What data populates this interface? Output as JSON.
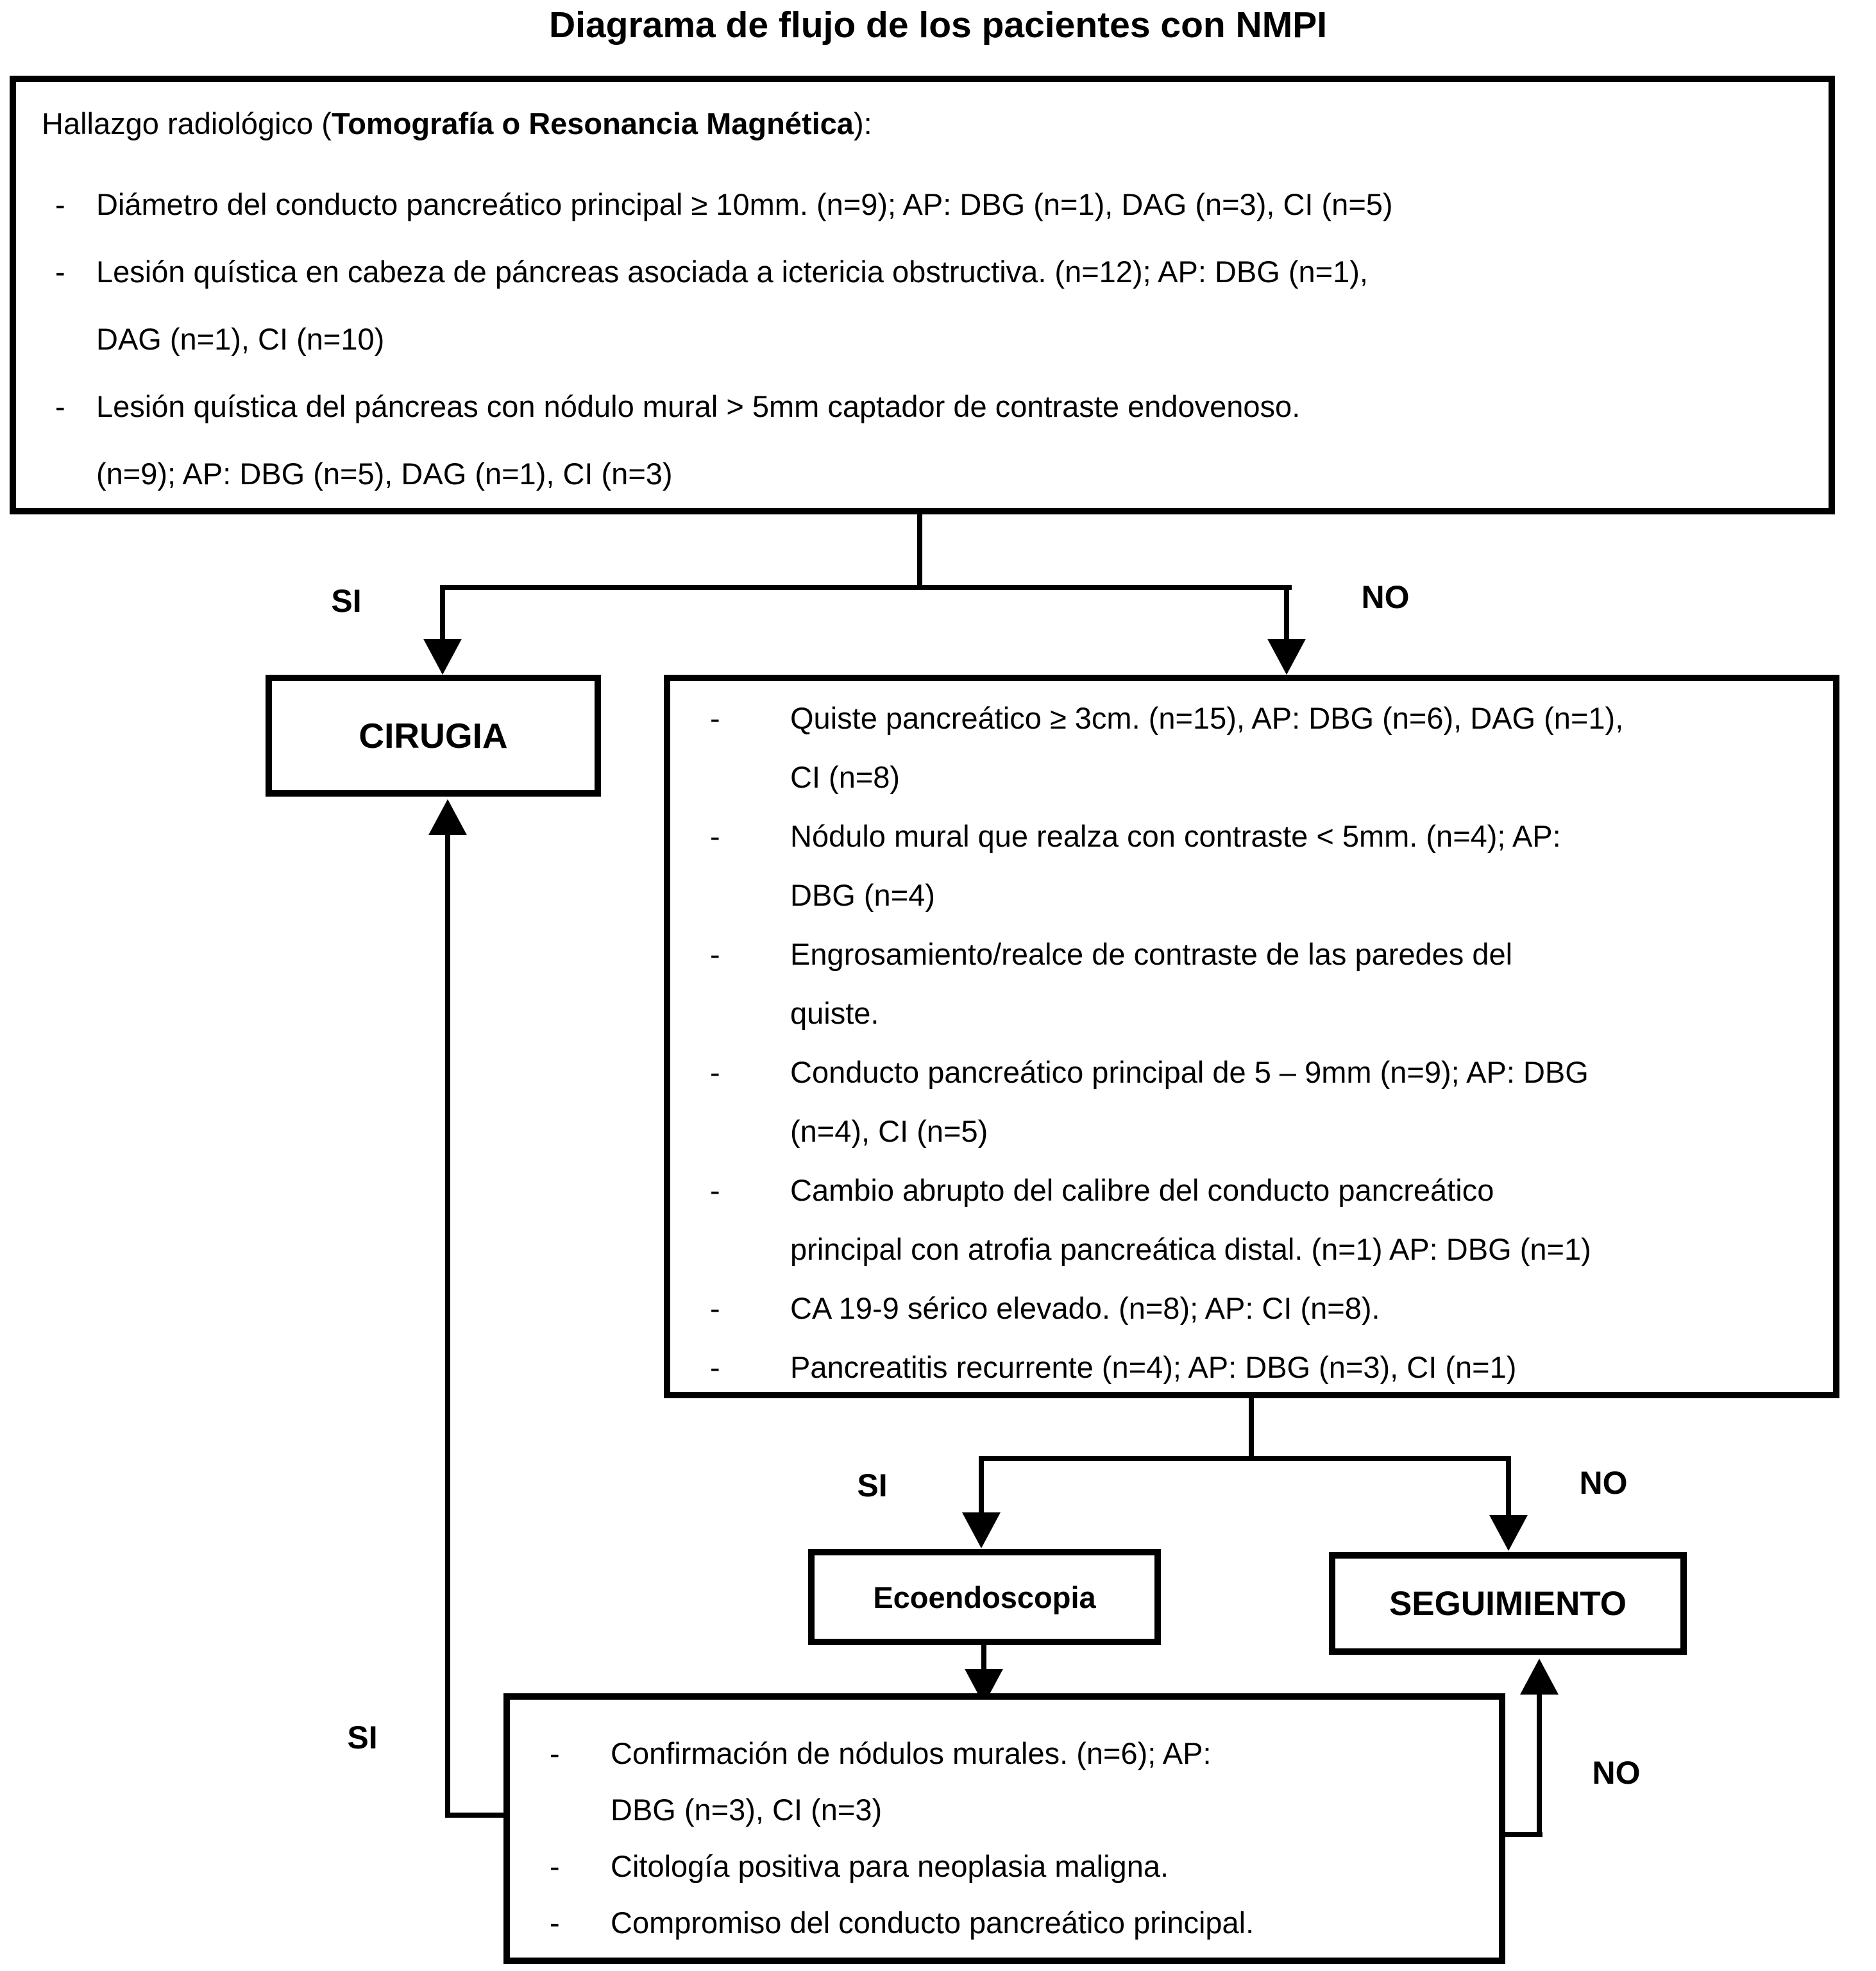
{
  "title": "Diagrama de flujo de los pacientes con NMPI",
  "bullet_marker": "-",
  "top_box": {
    "header_prefix": "Hallazgo radiológico (",
    "header_bold": "Tomografía o Resonancia Magnética",
    "header_suffix": "):",
    "items": [
      {
        "text": "Diámetro del conducto pancreático principal ≥ 10mm. (n=9); AP: DBG (n=1), DAG (n=3), CI (n=5)"
      },
      {
        "text": "Lesión quística en cabeza de páncreas asociada a ictericia obstructiva. (n=12); AP: DBG (n=1),\nDAG (n=1), CI (n=10)"
      },
      {
        "text": "Lesión quística del páncreas con nódulo mural > 5mm captador de contraste endovenoso.\n(n=9); AP: DBG (n=5), DAG (n=1), CI (n=3)"
      }
    ]
  },
  "decision1": {
    "yes_label": "SI",
    "no_label": "NO"
  },
  "surgery_box": {
    "label": "CIRUGIA"
  },
  "criteria_box": {
    "items": [
      {
        "text": "Quiste pancreático ≥ 3cm. (n=15), AP: DBG (n=6), DAG (n=1),\nCI (n=8)"
      },
      {
        "text": "Nódulo mural que realza con contraste < 5mm. (n=4); AP:\nDBG (n=4)"
      },
      {
        "text": "Engrosamiento/realce de contraste de las paredes del\nquiste."
      },
      {
        "text": "Conducto pancreático principal de 5 – 9mm (n=9); AP: DBG\n(n=4), CI (n=5)"
      },
      {
        "text": "Cambio abrupto del calibre del conducto pancreático\nprincipal con atrofia pancreática distal. (n=1) AP: DBG (n=1)"
      },
      {
        "text": "CA 19-9 sérico elevado. (n=8); AP: CI (n=8)."
      },
      {
        "text": "Pancreatitis recurrente (n=4); AP: DBG (n=3), CI (n=1)"
      }
    ]
  },
  "decision2": {
    "yes_label": "SI",
    "no_label": "NO"
  },
  "echo_box": {
    "label": "Ecoendoscopia"
  },
  "followup_box": {
    "label": "SEGUIMIENTO"
  },
  "confirm_box": {
    "items": [
      {
        "text": "Confirmación de nódulos murales. (n=6); AP:\nDBG (n=3), CI (n=3)"
      },
      {
        "text": "Citología positiva para neoplasia maligna."
      },
      {
        "text": "Compromiso del conducto pancreático principal."
      }
    ]
  },
  "loop_labels": {
    "surgery_yes": "SI",
    "followup_no": "NO"
  },
  "colors": {
    "line": "#000000",
    "background": "#ffffff",
    "text": "#000000"
  }
}
